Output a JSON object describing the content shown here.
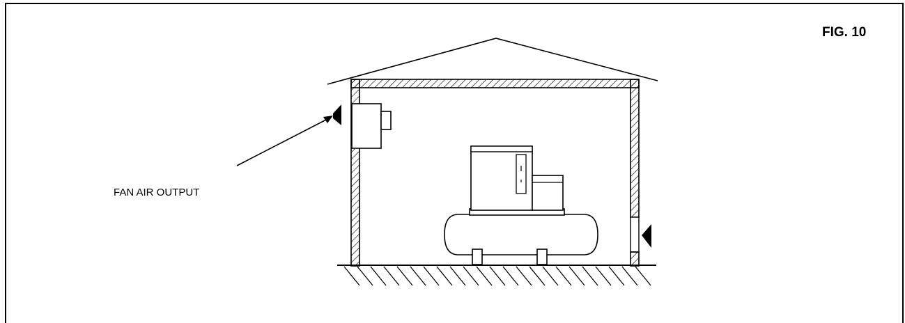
{
  "figure": {
    "label": "FIG. 10"
  },
  "callout": {
    "label": "FAN AIR OUTPUT"
  },
  "colors": {
    "line": "#000000",
    "background": "#ffffff"
  },
  "icons": {
    "air_arrow_left": "arrow-left-solid",
    "air_arrow_right": "arrow-left-solid"
  }
}
